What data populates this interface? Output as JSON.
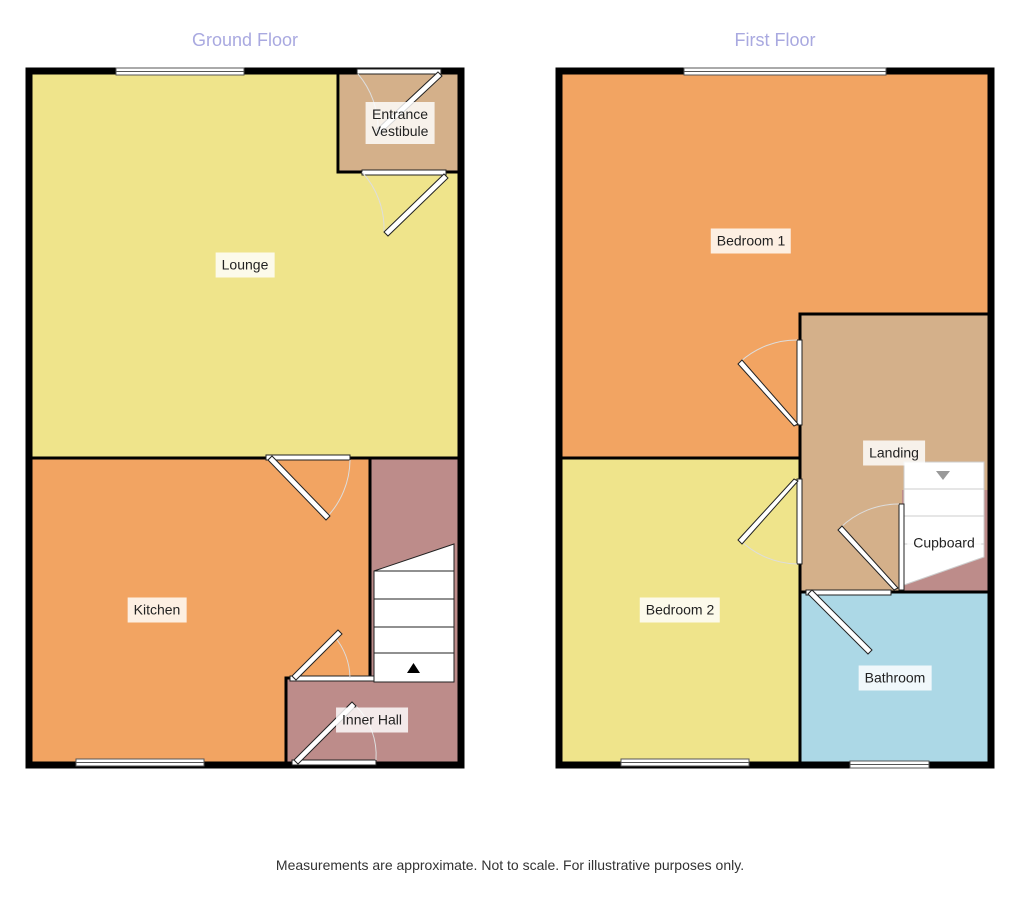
{
  "floors": [
    {
      "title": "Ground Floor",
      "rooms": [
        {
          "name": "Lounge",
          "color": "#efe48b"
        },
        {
          "name": "Entrance Vestibule",
          "line1": "Entrance",
          "line2": "Vestibule",
          "color": "#d4b08a"
        },
        {
          "name": "Kitchen",
          "color": "#f2a462"
        },
        {
          "name": "Inner Hall",
          "color": "#bd8c8a"
        }
      ]
    },
    {
      "title": "First Floor",
      "rooms": [
        {
          "name": "Bedroom 1",
          "color": "#f2a462"
        },
        {
          "name": "Landing",
          "color": "#d4b08a"
        },
        {
          "name": "Cupboard",
          "color": "#bd8c8a"
        },
        {
          "name": "Bedroom 2",
          "color": "#efe48b"
        },
        {
          "name": "Bathroom",
          "color": "#acd8e6"
        }
      ]
    }
  ],
  "footer": "Measurements are approximate. Not to scale. For illustrative purposes only."
}
